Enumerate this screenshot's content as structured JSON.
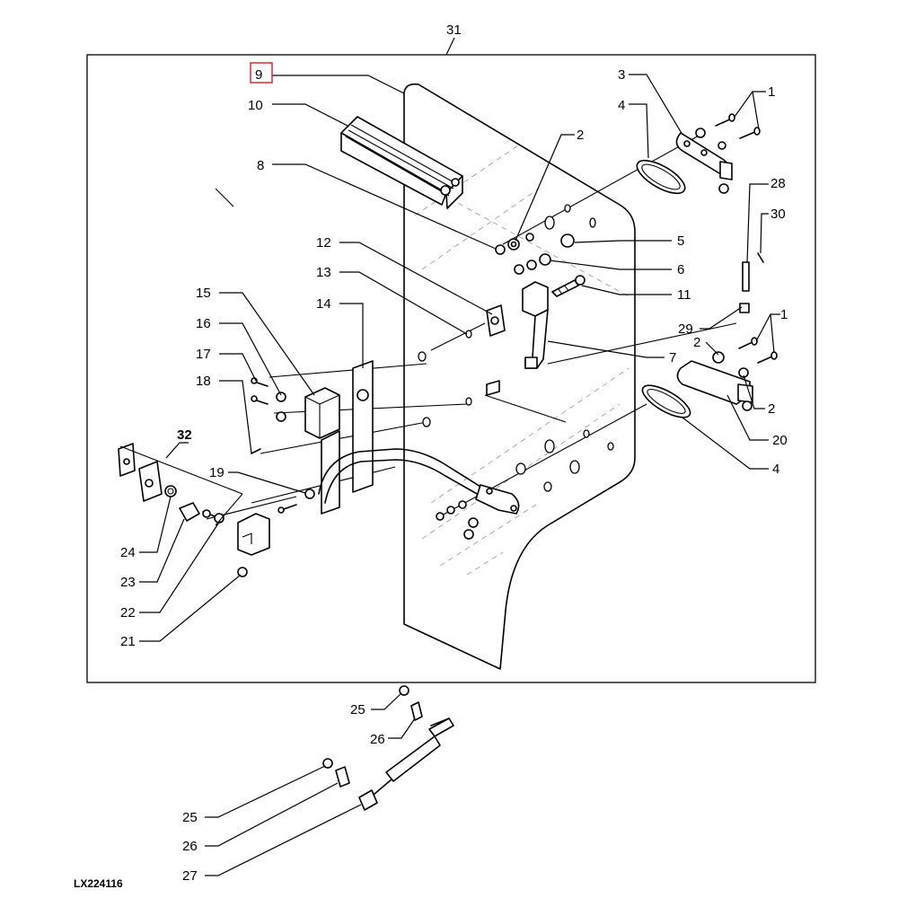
{
  "diagram": {
    "part_numbers": {
      "p31": "31",
      "p9": "9",
      "p10": "10",
      "p8": "8",
      "p2a": "2",
      "p3": "3",
      "p4a": "4",
      "p1a": "1",
      "p5": "5",
      "p6": "6",
      "p28": "28",
      "p30": "30",
      "p11": "11",
      "p12": "12",
      "p13": "13",
      "p14": "14",
      "p15": "15",
      "p16": "16",
      "p17": "17",
      "p18": "18",
      "p29": "29",
      "p2b": "2",
      "p1b": "1",
      "p7": "7",
      "p2c": "2",
      "p20": "20",
      "p4b": "4",
      "p32": "32",
      "p19": "19",
      "p24": "24",
      "p23": "23",
      "p22": "22",
      "p21": "21",
      "p25a": "25",
      "p26a": "26",
      "p25b": "25",
      "p26b": "26",
      "p27": "27"
    },
    "highlighted_part": "9",
    "highlight_color": "#d9363e",
    "diagram_code": "LX224116"
  }
}
